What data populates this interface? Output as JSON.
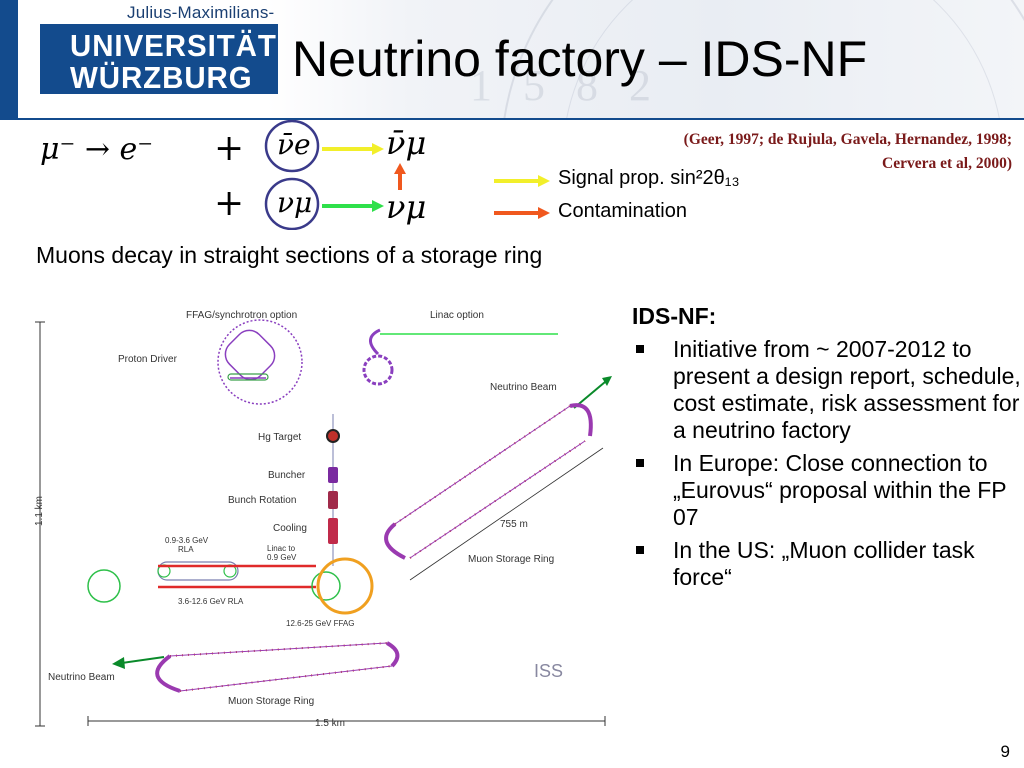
{
  "header": {
    "logo_top": "Julius-Maximilians-",
    "logo_line1": "UNIVERSITÄT",
    "logo_line2": "WÜRZBURG",
    "title": "Neutrino factory – IDS-NF"
  },
  "formula": {
    "mu_minus": "μ⁻ → e⁻",
    "plus": "+",
    "nu_e_bar": "ν̄e",
    "nu_mu_bar": "ν̄μ",
    "nu_mu": "νμ",
    "nu_mu_out": "νμ"
  },
  "reference": {
    "line1": "(Geer, 1997; de Rujula, Gavela, Hernandez, 1998;",
    "line2": "Cervera et al, 2000)"
  },
  "legend": {
    "signal": "Signal prop. sin²2θ₁₃",
    "contamination": "Contamination",
    "signal_color": "#f2ef2a",
    "contamination_color": "#f0581e"
  },
  "subtitle": "Muons decay in straight sections of a storage ring",
  "ids": {
    "heading": "IDS-NF:",
    "bullets": [
      "Initiative from ~ 2007-2012 to present a design report, schedule, cost estimate, risk assessment for a neutrino factory",
      "In Europe: Close connection to „Euroνus“ proposal within the FP 07",
      "In the US: „Muon collider task force“"
    ]
  },
  "diagram": {
    "ffag_label": "FFAG/synchrotron option",
    "linac_option": "Linac option",
    "proton_driver": "Proton Driver",
    "neutrino_beam_top": "Neutrino Beam",
    "hg_target": "Hg Target",
    "buncher": "Buncher",
    "bunch_rotation": "Bunch Rotation",
    "cooling": "Cooling",
    "rla_small": "0.9-3.6 GeV",
    "rla_small2": "RLA",
    "linac_to": "Linac to",
    "linac_to2": "0.9 GeV",
    "rla_big": "3.6-12.6 GeV RLA",
    "ffag": "12.6-25 GeV FFAG",
    "distance": "755 m",
    "storage_ring_right": "Muon Storage Ring",
    "neutrino_beam_bottom": "Neutrino Beam",
    "storage_ring_bottom": "Muon Storage Ring",
    "scale_vertical": "1.1 km",
    "scale_horizontal": "1.5 km",
    "iss": "ISS"
  },
  "page_number": "9"
}
